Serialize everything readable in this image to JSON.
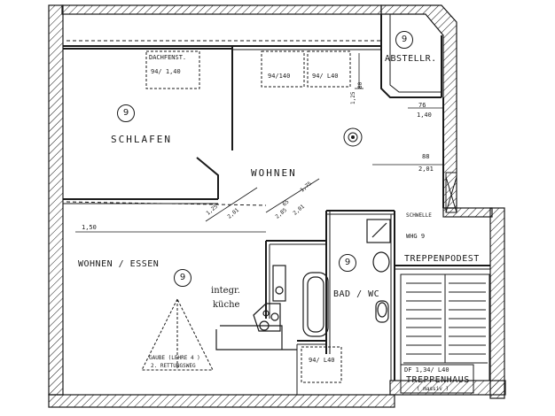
{
  "rooms": {
    "schlafen": "SCHLAFEN",
    "wohnen": "WOHNEN",
    "wohnen_essen": "WOHNEN / ESSEN",
    "abstellr": "ABSTELLR.",
    "bad_wc": "BAD / WC",
    "kueche": [
      "integr.",
      "küche"
    ],
    "treppenpodest": "TREPPENPODEST",
    "treppenhaus": "TREPPENHAUS"
  },
  "unit_number": "9",
  "labels": {
    "dachfenst": "DACHFENST.",
    "window_94_140": "94/ 1,40",
    "window_94_140_b": "94/140",
    "window_94_140_c": "94/ L40",
    "dim_150": "1,50",
    "dim_76": "76",
    "dim_140": "1,40",
    "dim_201": "2,01",
    "dim_88": "88",
    "dim_201b": "2,01",
    "dim_201c": "2,01",
    "dim_125": "1,25",
    "dim_175": "1,75",
    "dim_65": "65",
    "dim_285": "2,85",
    "dim_80": "80",
    "dim_125b": "1,25",
    "schwelle": "SCHWELLE",
    "whg": "WHG 9",
    "gaube": "GAUBE (LEHRE 4 )",
    "gaube_sub": "2. RETTUNGSWEG",
    "bad_window": "94/ L40",
    "df": "DF 1,34/ L40",
    "massiv": "( massiv )"
  }
}
